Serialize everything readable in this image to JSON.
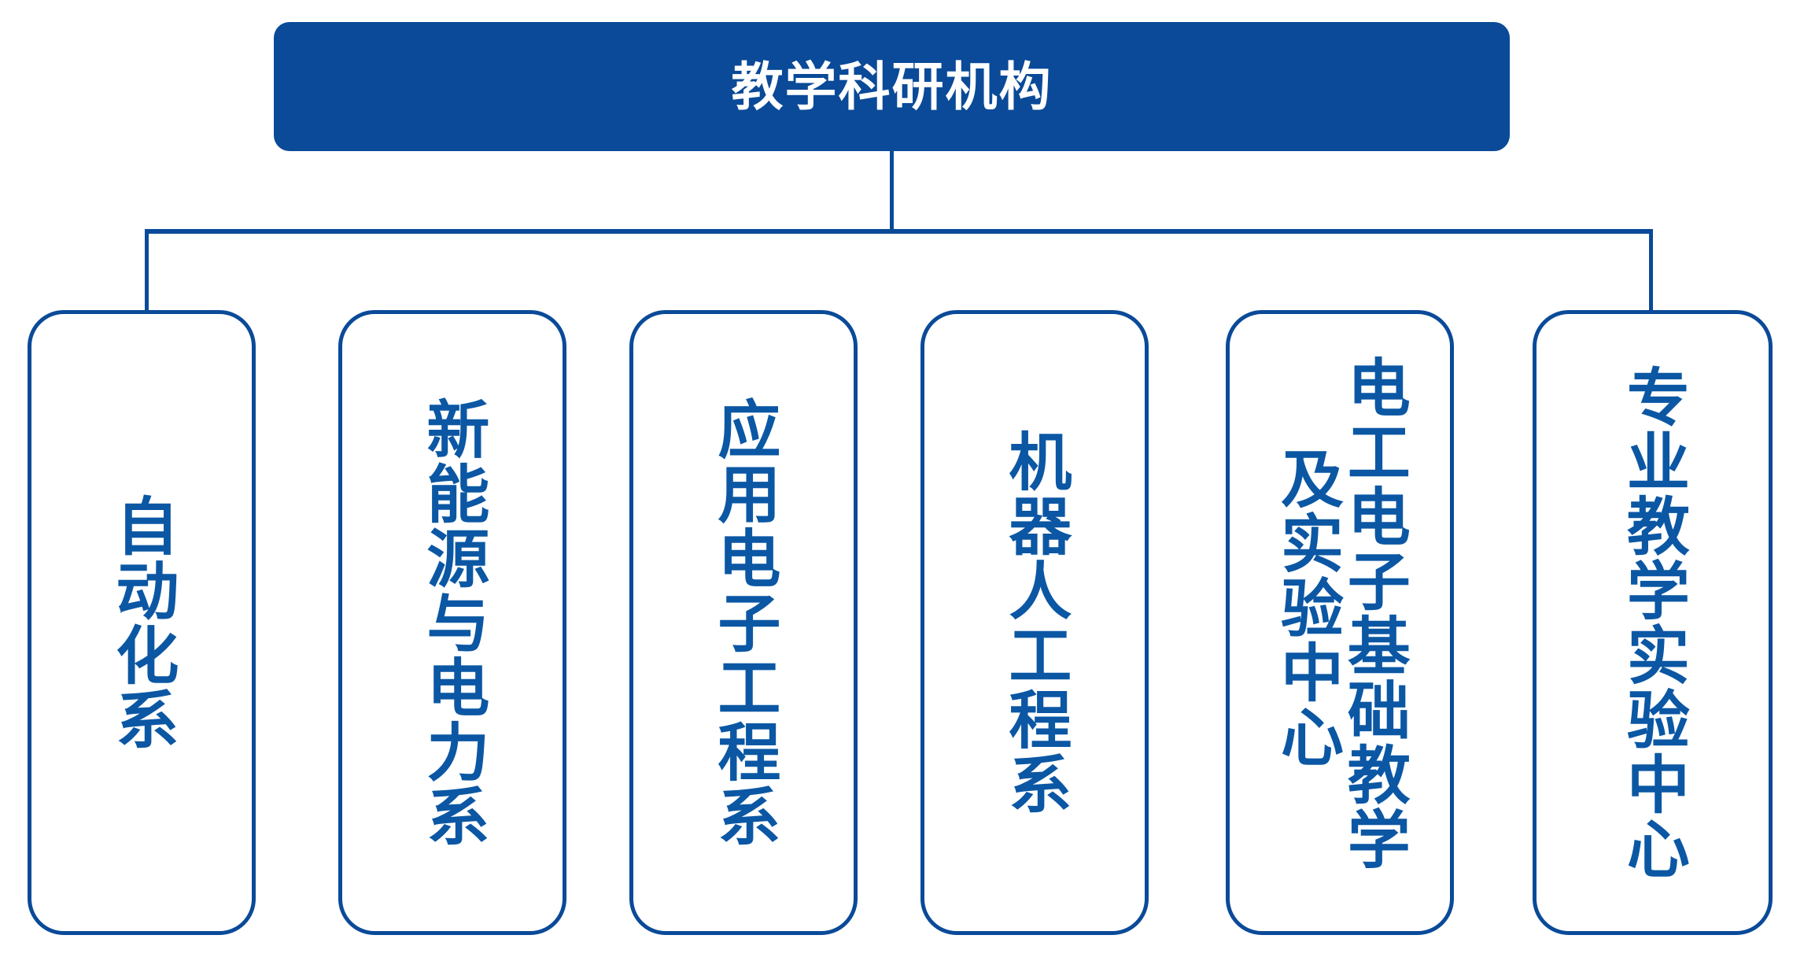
{
  "diagram": {
    "title": "教学科研机构",
    "type": "organizational-chart",
    "orientation": "top-down",
    "colors": {
      "root_fill": "#0A4A98",
      "root_text": "#FFFFFF",
      "node_border": "#0A4A98",
      "node_fill": "#FFFFFF",
      "node_text": "#0B57A4",
      "connector": "#0A4A98",
      "background": "#FFFFFF"
    },
    "root": {
      "label": "教学科研机构"
    },
    "children": [
      {
        "id": "automation",
        "label": "自动化系",
        "columns": [
          "自动化系"
        ]
      },
      {
        "id": "new-energy-power",
        "label": "新能源与电力系",
        "columns": [
          "新能源与电力系"
        ]
      },
      {
        "id": "applied-electronics",
        "label": "应用电子工程系",
        "columns": [
          "应用电子工程系"
        ]
      },
      {
        "id": "robotics",
        "label": "机器人工程系",
        "columns": [
          "机器人工程系"
        ]
      },
      {
        "id": "ee-basic-center",
        "label": "电工电子基础教学及实验中心",
        "columns": [
          "电工电子基础教学",
          "及实验中心"
        ]
      },
      {
        "id": "teaching-lab-center",
        "label": "专业教学实验中心",
        "columns": [
          "专业教学实验中心"
        ]
      }
    ]
  }
}
